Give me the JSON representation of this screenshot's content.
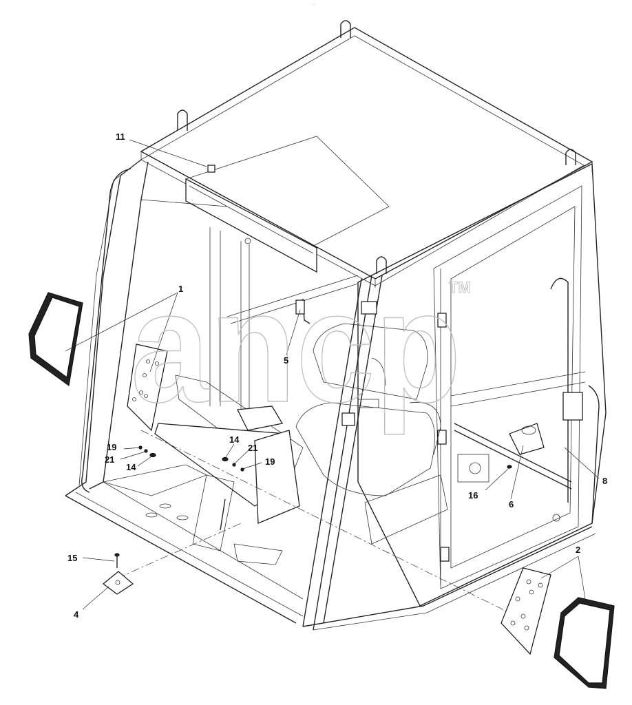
{
  "header_mark": "°",
  "watermark": {
    "text": "ancp",
    "tm": "TM"
  },
  "callouts": {
    "c1": "1",
    "c2": "2",
    "c4": "4",
    "c5": "5",
    "c6": "6",
    "c8": "8",
    "c11": "11",
    "c14a": "14",
    "c14b": "14",
    "c15": "15",
    "c16": "16",
    "c19a": "19",
    "c19b": "19",
    "c21a": "21",
    "c21b": "21"
  },
  "colors": {
    "line": "#222222",
    "watermark": "#bbbbbb",
    "background": "#ffffff"
  }
}
